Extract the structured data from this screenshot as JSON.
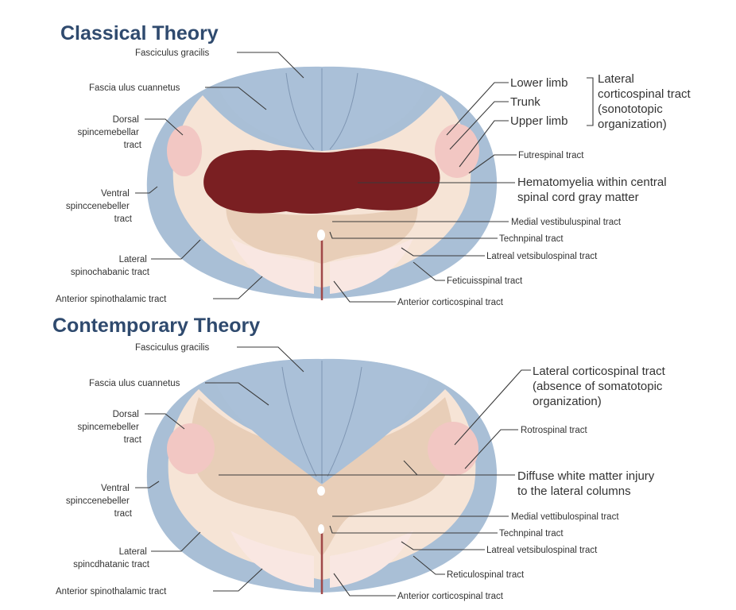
{
  "classical": {
    "title": "Classical Theory",
    "left_labels": {
      "fasciculus_gracilis": "Fasciculus gracilis",
      "fasciculus_cuneatus": "Fascia ulus cuannetus",
      "dorsal_spinocerebellar": [
        "Dorsal",
        "spincemebellar",
        "tract"
      ],
      "ventral_spinocerebellar": [
        "Ventral",
        "spinccenebeller",
        "tract"
      ],
      "lateral_spinothalamic": [
        "Lateral",
        "spinochabanic tract"
      ],
      "anterior_spinothalamic": "Anterior spinothalamic tract"
    },
    "somatotopy": {
      "lower_limb": "Lower limb",
      "trunk": "Trunk",
      "upper_limb": "Upper limb",
      "group_label": [
        "Lateral",
        "corticospinal tract",
        "(sonototopic",
        "organization)"
      ]
    },
    "right_labels": {
      "rubrospinal": "Futrespinal tract",
      "hematomyelia": [
        "Hematomyelia within central",
        "spinal cord gray matter"
      ],
      "medial_vestibulospinal": "Medial vestibuluspinal tract",
      "tectospinal": "Technpinal tract",
      "lateral_vestibulospinal": "Latreal vetsibulospinal tract",
      "reticulospinal": "Feticuisspinal tract",
      "anterior_corticospinal": "Anterior corticospinal tract"
    }
  },
  "contemporary": {
    "title": "Contemporary Theory",
    "left_labels": {
      "fasciculus_gracilis": "Fasciculus gracilis",
      "fasciculus_cuneatus": "Fascia ulus cuannetus",
      "dorsal_spinocerebellar": [
        "Dorsal",
        "spincemebeller",
        "tract"
      ],
      "ventral_spinocerebellar": [
        "Ventral",
        "spinccenebeller",
        "tract"
      ],
      "lateral_spinothalamic": [
        "Lateral",
        "spincdhatanic tract"
      ],
      "anterior_spinothalamic": "Anterior spinothalamic tract"
    },
    "right_labels": {
      "lateral_corticospinal": [
        "Lateral corticospinal tract",
        "(absence of somatotopic",
        "organization)"
      ],
      "rubrospinal": "Rotrospinal tract",
      "diffuse_injury": [
        "Diffuse white matter injury",
        "to the lateral columns"
      ],
      "medial_vestibulospinal": "Medial vettibulospinal tract",
      "tectospinal": "Technpinal tract",
      "lateral_vestibulospinal": "Latreal vetsibulospinal tract",
      "reticulospinal": "Reticulospinal tract",
      "anterior_corticospinal": "Anterior corticospinal tract"
    }
  }
}
